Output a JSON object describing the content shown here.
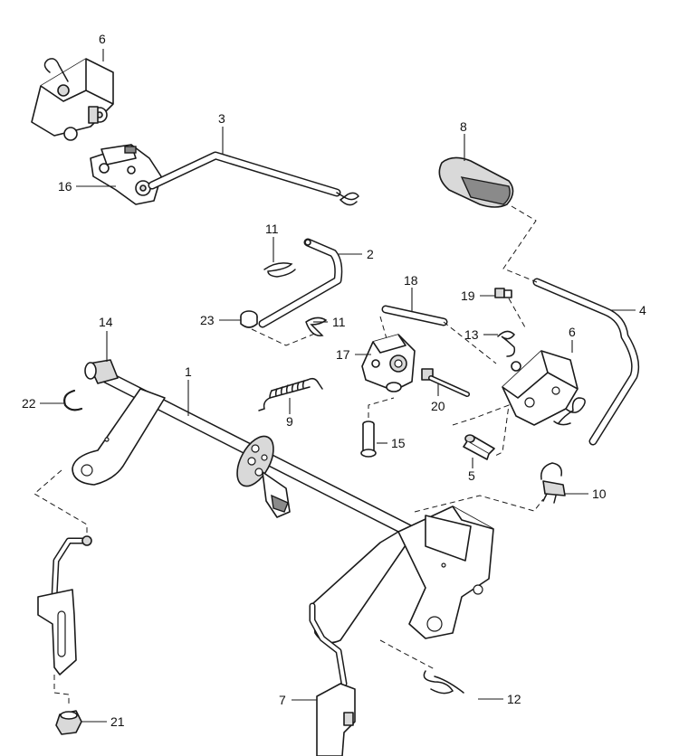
{
  "diagram": {
    "callouts": [
      {
        "id": "6a",
        "label": "6"
      },
      {
        "id": "3",
        "label": "3"
      },
      {
        "id": "16",
        "label": "16"
      },
      {
        "id": "8",
        "label": "8"
      },
      {
        "id": "11a",
        "label": "11"
      },
      {
        "id": "2",
        "label": "2"
      },
      {
        "id": "18",
        "label": "18"
      },
      {
        "id": "19",
        "label": "19"
      },
      {
        "id": "4",
        "label": "4"
      },
      {
        "id": "23",
        "label": "23"
      },
      {
        "id": "11b",
        "label": "11"
      },
      {
        "id": "14",
        "label": "14"
      },
      {
        "id": "13",
        "label": "13"
      },
      {
        "id": "6b",
        "label": "6"
      },
      {
        "id": "17",
        "label": "17"
      },
      {
        "id": "1",
        "label": "1"
      },
      {
        "id": "22",
        "label": "22"
      },
      {
        "id": "9",
        "label": "9"
      },
      {
        "id": "20",
        "label": "20"
      },
      {
        "id": "15",
        "label": "15"
      },
      {
        "id": "5",
        "label": "5"
      },
      {
        "id": "10",
        "label": "10"
      },
      {
        "id": "7",
        "label": "7"
      },
      {
        "id": "12",
        "label": "12"
      },
      {
        "id": "21",
        "label": "21"
      }
    ]
  }
}
